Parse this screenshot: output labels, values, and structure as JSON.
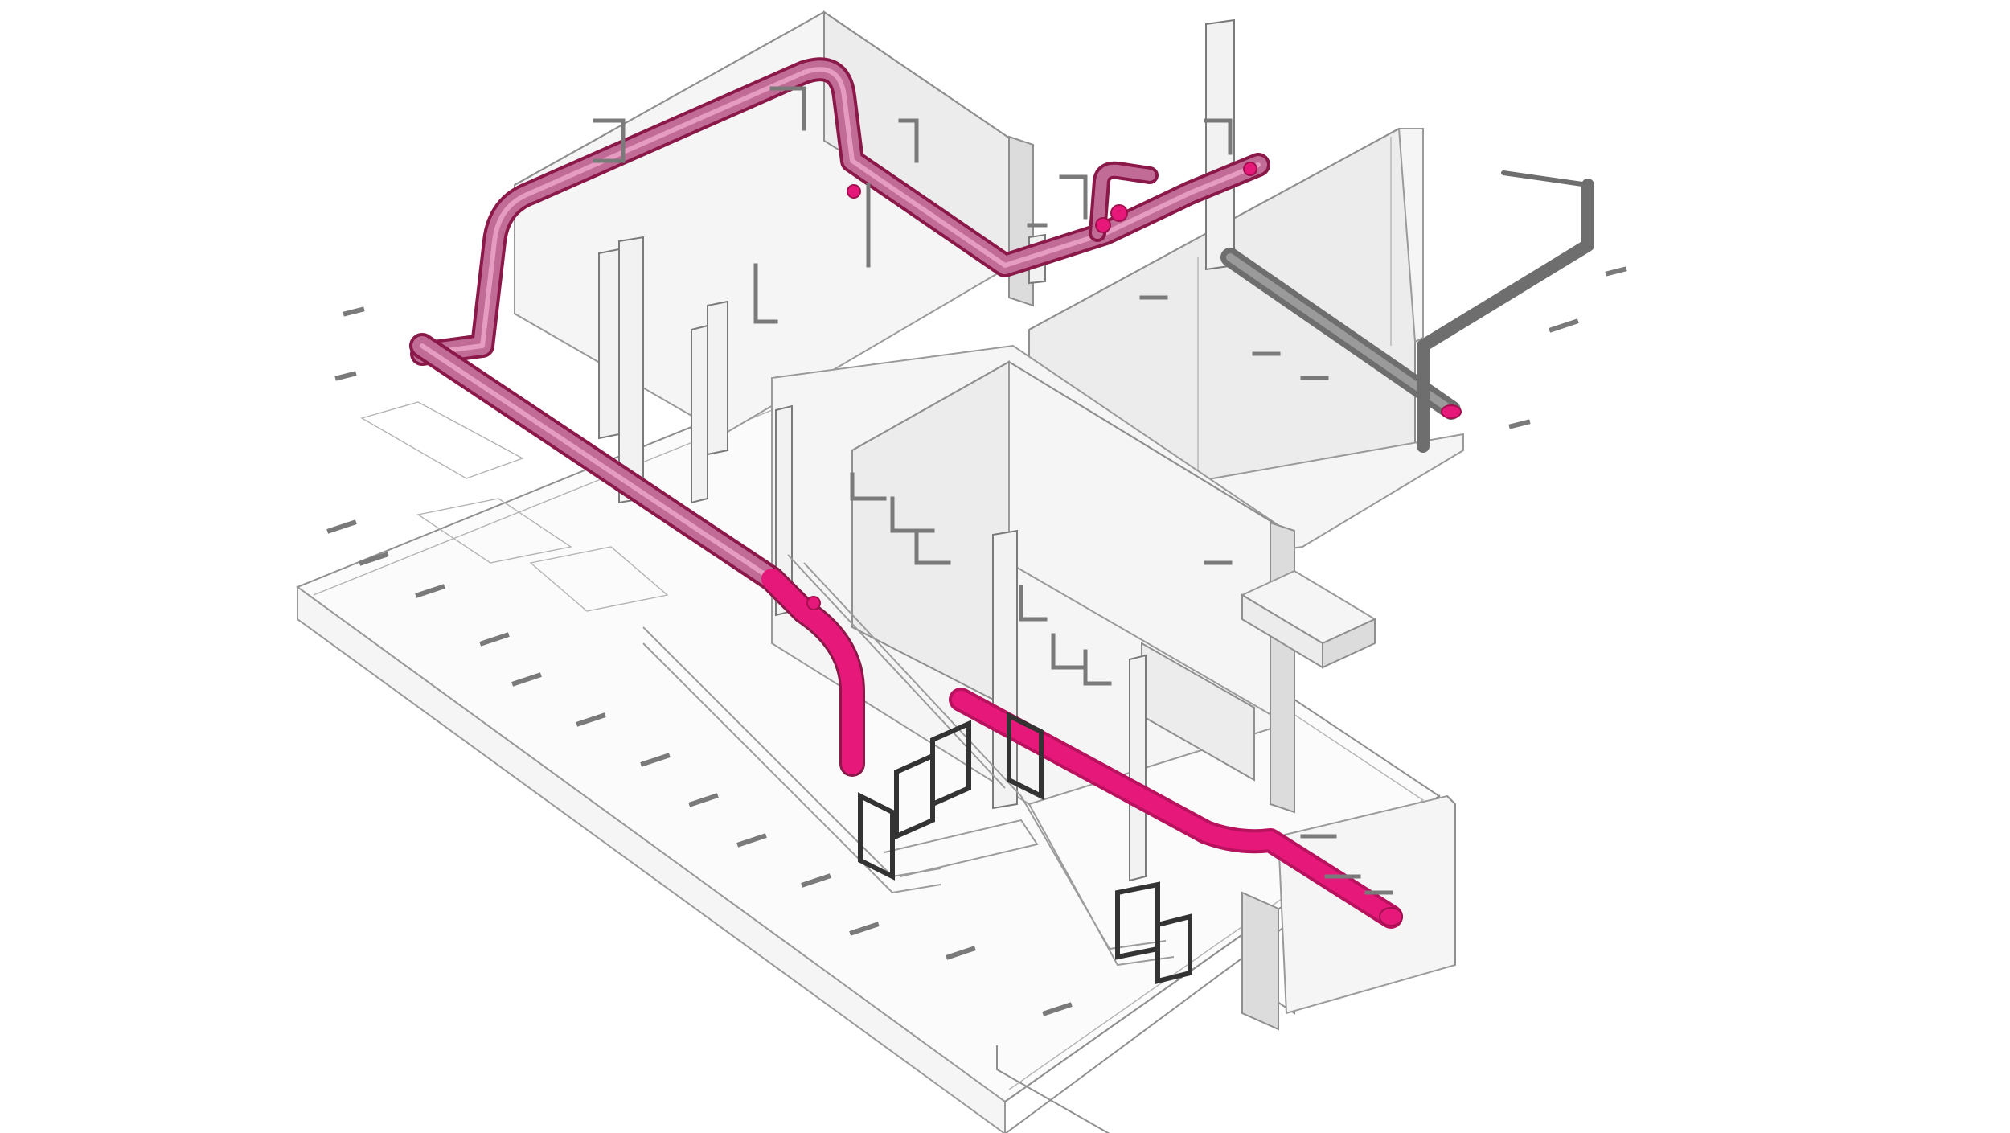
{
  "diagram": {
    "kind": "isometric-mep-model",
    "colors": {
      "pipe_primary": "#e6197a",
      "pipe_primary_shade": "#b8125f",
      "pipe_secondary": "#6e6e6e",
      "walls": "#ececec",
      "edges": "#8f8f8f",
      "frames": "#333333",
      "background": "#ffffff"
    },
    "components": [
      {
        "id": "upper-pink-pipe",
        "icon": "pipe-run"
      },
      {
        "id": "lower-pink-pipe",
        "icon": "pipe-run"
      },
      {
        "id": "grey-pipe",
        "icon": "pipe-run"
      },
      {
        "id": "valves",
        "icon": "valve-wheel"
      },
      {
        "id": "pipe-supports",
        "icon": "bracket"
      },
      {
        "id": "access-frames",
        "icon": "railing-frame"
      },
      {
        "id": "walls",
        "icon": "wall"
      },
      {
        "id": "floor-slab",
        "icon": "slab"
      }
    ]
  }
}
